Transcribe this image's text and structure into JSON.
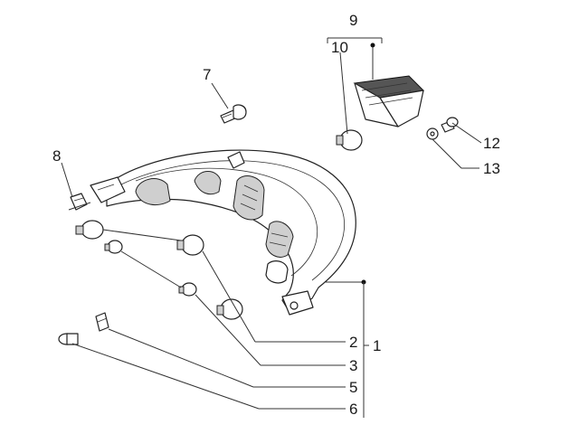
{
  "callouts": {
    "c1": "1",
    "c2": "2",
    "c3": "3",
    "c5": "5",
    "c6": "6",
    "c7": "7",
    "c8": "8",
    "c9": "9",
    "c10": "10",
    "c12": "12",
    "c13": "13"
  }
}
